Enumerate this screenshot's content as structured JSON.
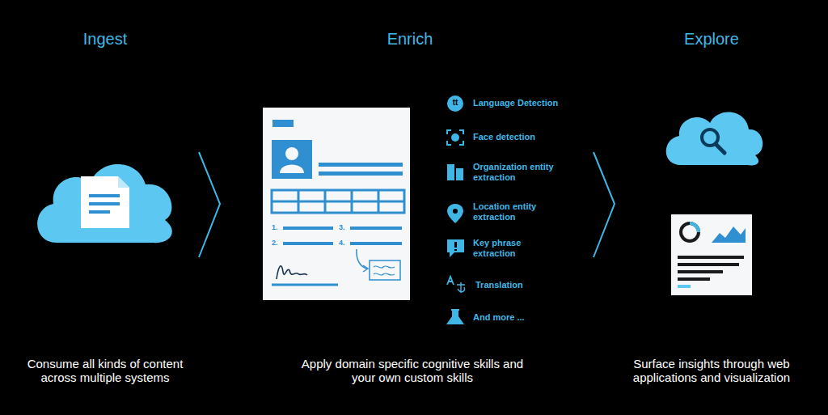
{
  "diagram": {
    "labels": [
      "Ingest",
      "Enrich",
      "Explore",
      "Language Detection",
      "Face detection",
      "Organization entity extraction",
      "Location entity extraction",
      "Key phrase extraction",
      "Translation",
      "And more ...",
      "Consume all kinds of content across multiple systems",
      "Apply domain specific cognitive skills and your own custom skills",
      "Surface insights through web applications and visualization",
      "1.",
      "2.",
      "3.",
      "4.",
      "tt"
    ]
  }
}
